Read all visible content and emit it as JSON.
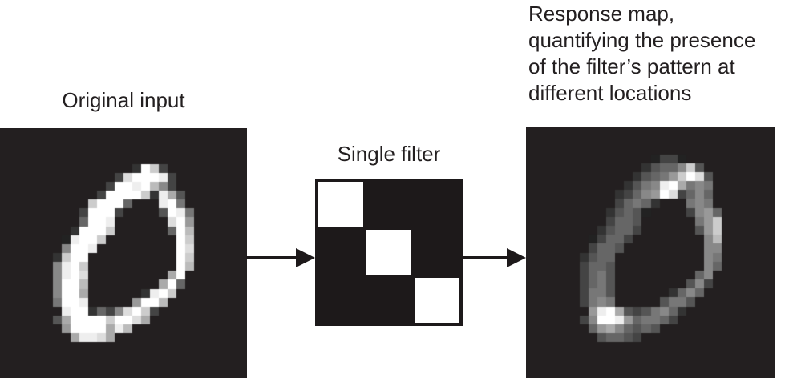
{
  "figure": {
    "background_color": "#ffffff",
    "text_color": "#231f20",
    "ink_color": "#1d191a"
  },
  "left_panel": {
    "label": "Original input",
    "image": {
      "name": "handwritten-digit-zero",
      "rows": 28,
      "cols": 28,
      "bg_color": "#231f20",
      "pixels": [
        "0000000000000000000000000000",
        "0000000000000000000000000000",
        "0000000000000000000000000000",
        "0000000000000000000000000000",
        "0000000000000003fc4000000000",
        "00000000000004dfffe400000000",
        "0000000000004ffefb8400000000",
        "000000000004ffffc3ea50000000",
        "0000000000cfff6000ef70000000",
        "0000000004fff400005fe7000000",
        "0000000006ffe000000df9000000",
        "000000003fffc0000006fb000000",
        "00000002effc00000000fc000000",
        "00000008ffe000000000fd000000",
        "0000003cff0000000000fc000000",
        "0000008efc0000000000fb000000",
        "0000008efd000000000af0000000",
        "0000008ffb00000000af60000000",
        "0000008ffa0000003efc00000000",
        "0000007ffe000009ffb000000000",
        "0000000eff3648dfc40000000000",
        "0000005affffcffda00000000000",
        "00000009ffffaeb0000000000000",
        "00000000aeeda000000000000000",
        "0000000000000000000000000000",
        "0000000000000000000000000000",
        "0000000000000000000000000000",
        "0000000000000000000000000000"
      ]
    }
  },
  "filter_panel": {
    "label": "Single filter",
    "grid": {
      "name": "diagonal-filter-3x3",
      "rows": 3,
      "cols": 3,
      "pattern": [
        [
          1,
          0,
          0
        ],
        [
          0,
          1,
          0
        ],
        [
          0,
          0,
          1
        ]
      ],
      "on_color": "#ffffff",
      "off_color": "#1d191a"
    }
  },
  "right_panel": {
    "caption_lines": [
      "Response map,",
      "quantifying the presence",
      "of the filter’s pattern at",
      "different locations"
    ],
    "image": {
      "name": "response-map-digit-zero",
      "rows": 28,
      "cols": 28,
      "bg_color": "#231f20",
      "pixels": [
        "0000000000000000000000000000",
        "0000000000000000000000000000",
        "0000000000000000000000000000",
        "0000000000000024420000000000",
        "000000000000035668c500000000",
        "00000000000035679cfd50000000",
        "000000000003578efa7870000000",
        "000000000034689fd46860000000",
        "0000000000467630007870000000",
        "0000000003565200004896000000",
        "000000000466500000079c000000",
        "000000003566400000059c000000",
        "000000024664000000008b000000",
        "0000000466500000000088000000",
        "0000003566000000000087000000",
        "0000004665000000000086000000",
        "0000004675000000000680000000",
        "0000004675000000005840000000",
        "0000004775000000368600000000",
        "0000004787000005775000000000",
        "00000009efa54578630000000000",
        "00000048ffe96776400000000000",
        "000000069a865650000000000000",
        "0000000056654000000000000000",
        "0000000000000000000000000000",
        "0000000000000000000000000000",
        "0000000000000000000000000000",
        "0000000000000000000000000000"
      ]
    }
  }
}
